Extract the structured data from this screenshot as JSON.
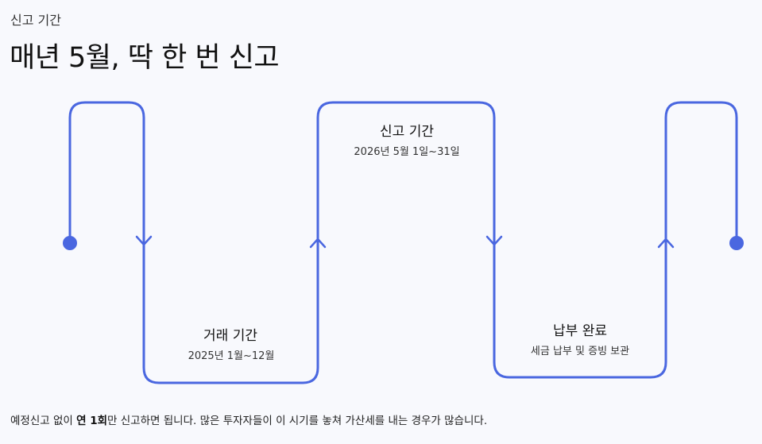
{
  "header": {
    "eyebrow": "신고 기간",
    "title": "매년 5월, 딱 한 번 신고"
  },
  "stages": [
    {
      "title": "거래 기간",
      "subtitle": "2025년 1월~12월"
    },
    {
      "title": "신고 기간",
      "subtitle": "2026년 5월 1일~31일"
    },
    {
      "title": "납부 완료",
      "subtitle": "세금 납부 및 증빙 보관"
    }
  ],
  "footnote": {
    "before": "예정신고 없이 ",
    "bold": "연 1회",
    "after": "만 신고하면 됩니다. 많은 투자자들이 이 시기를 놓쳐 가산세를 내는 경우가 많습니다."
  },
  "colors": {
    "line": "#4a67e0",
    "background": "#f8f9fd"
  }
}
